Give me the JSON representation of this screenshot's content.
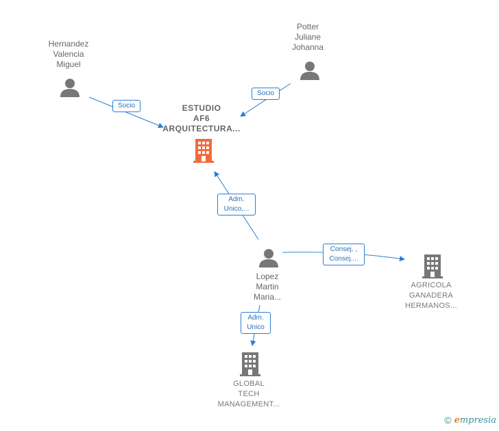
{
  "nodes": {
    "hernandez": {
      "lines": [
        "Hernandez",
        "Valencia",
        "Miguel"
      ],
      "icon": "person-icon"
    },
    "potter": {
      "lines": [
        "Potter",
        "Juliane",
        "Johanna"
      ],
      "icon": "person-icon"
    },
    "estudio": {
      "lines": [
        "ESTUDIO",
        "AF6",
        "ARQUITECTURA..."
      ],
      "icon": "building-icon",
      "color": "#f26a3c"
    },
    "lopez": {
      "lines": [
        "Lopez",
        "Martin",
        "Maria..."
      ],
      "icon": "person-icon"
    },
    "agricola": {
      "lines": [
        "AGRICOLA",
        "GANADERA",
        "HERMANOS..."
      ],
      "icon": "building-icon",
      "color": "#777777"
    },
    "global": {
      "lines": [
        "GLOBAL",
        "TECH",
        "MANAGEMENT..."
      ],
      "icon": "building-icon",
      "color": "#777777"
    }
  },
  "edges": {
    "hernandez_estudio": {
      "lines": [
        "Socio"
      ]
    },
    "potter_estudio": {
      "lines": [
        "Socio"
      ]
    },
    "lopez_estudio": {
      "lines": [
        "Adm.",
        "Unico,..."
      ]
    },
    "lopez_agricola": {
      "lines": [
        "Consej. ,",
        "Consej...."
      ]
    },
    "lopez_global": {
      "lines": [
        "Adm.",
        "Unico"
      ]
    }
  },
  "colors": {
    "edge": "#2a7dd4",
    "person": "#777777"
  },
  "footer": {
    "copyright": "©",
    "brand_initial": "e",
    "brand_rest": "mpresia"
  }
}
